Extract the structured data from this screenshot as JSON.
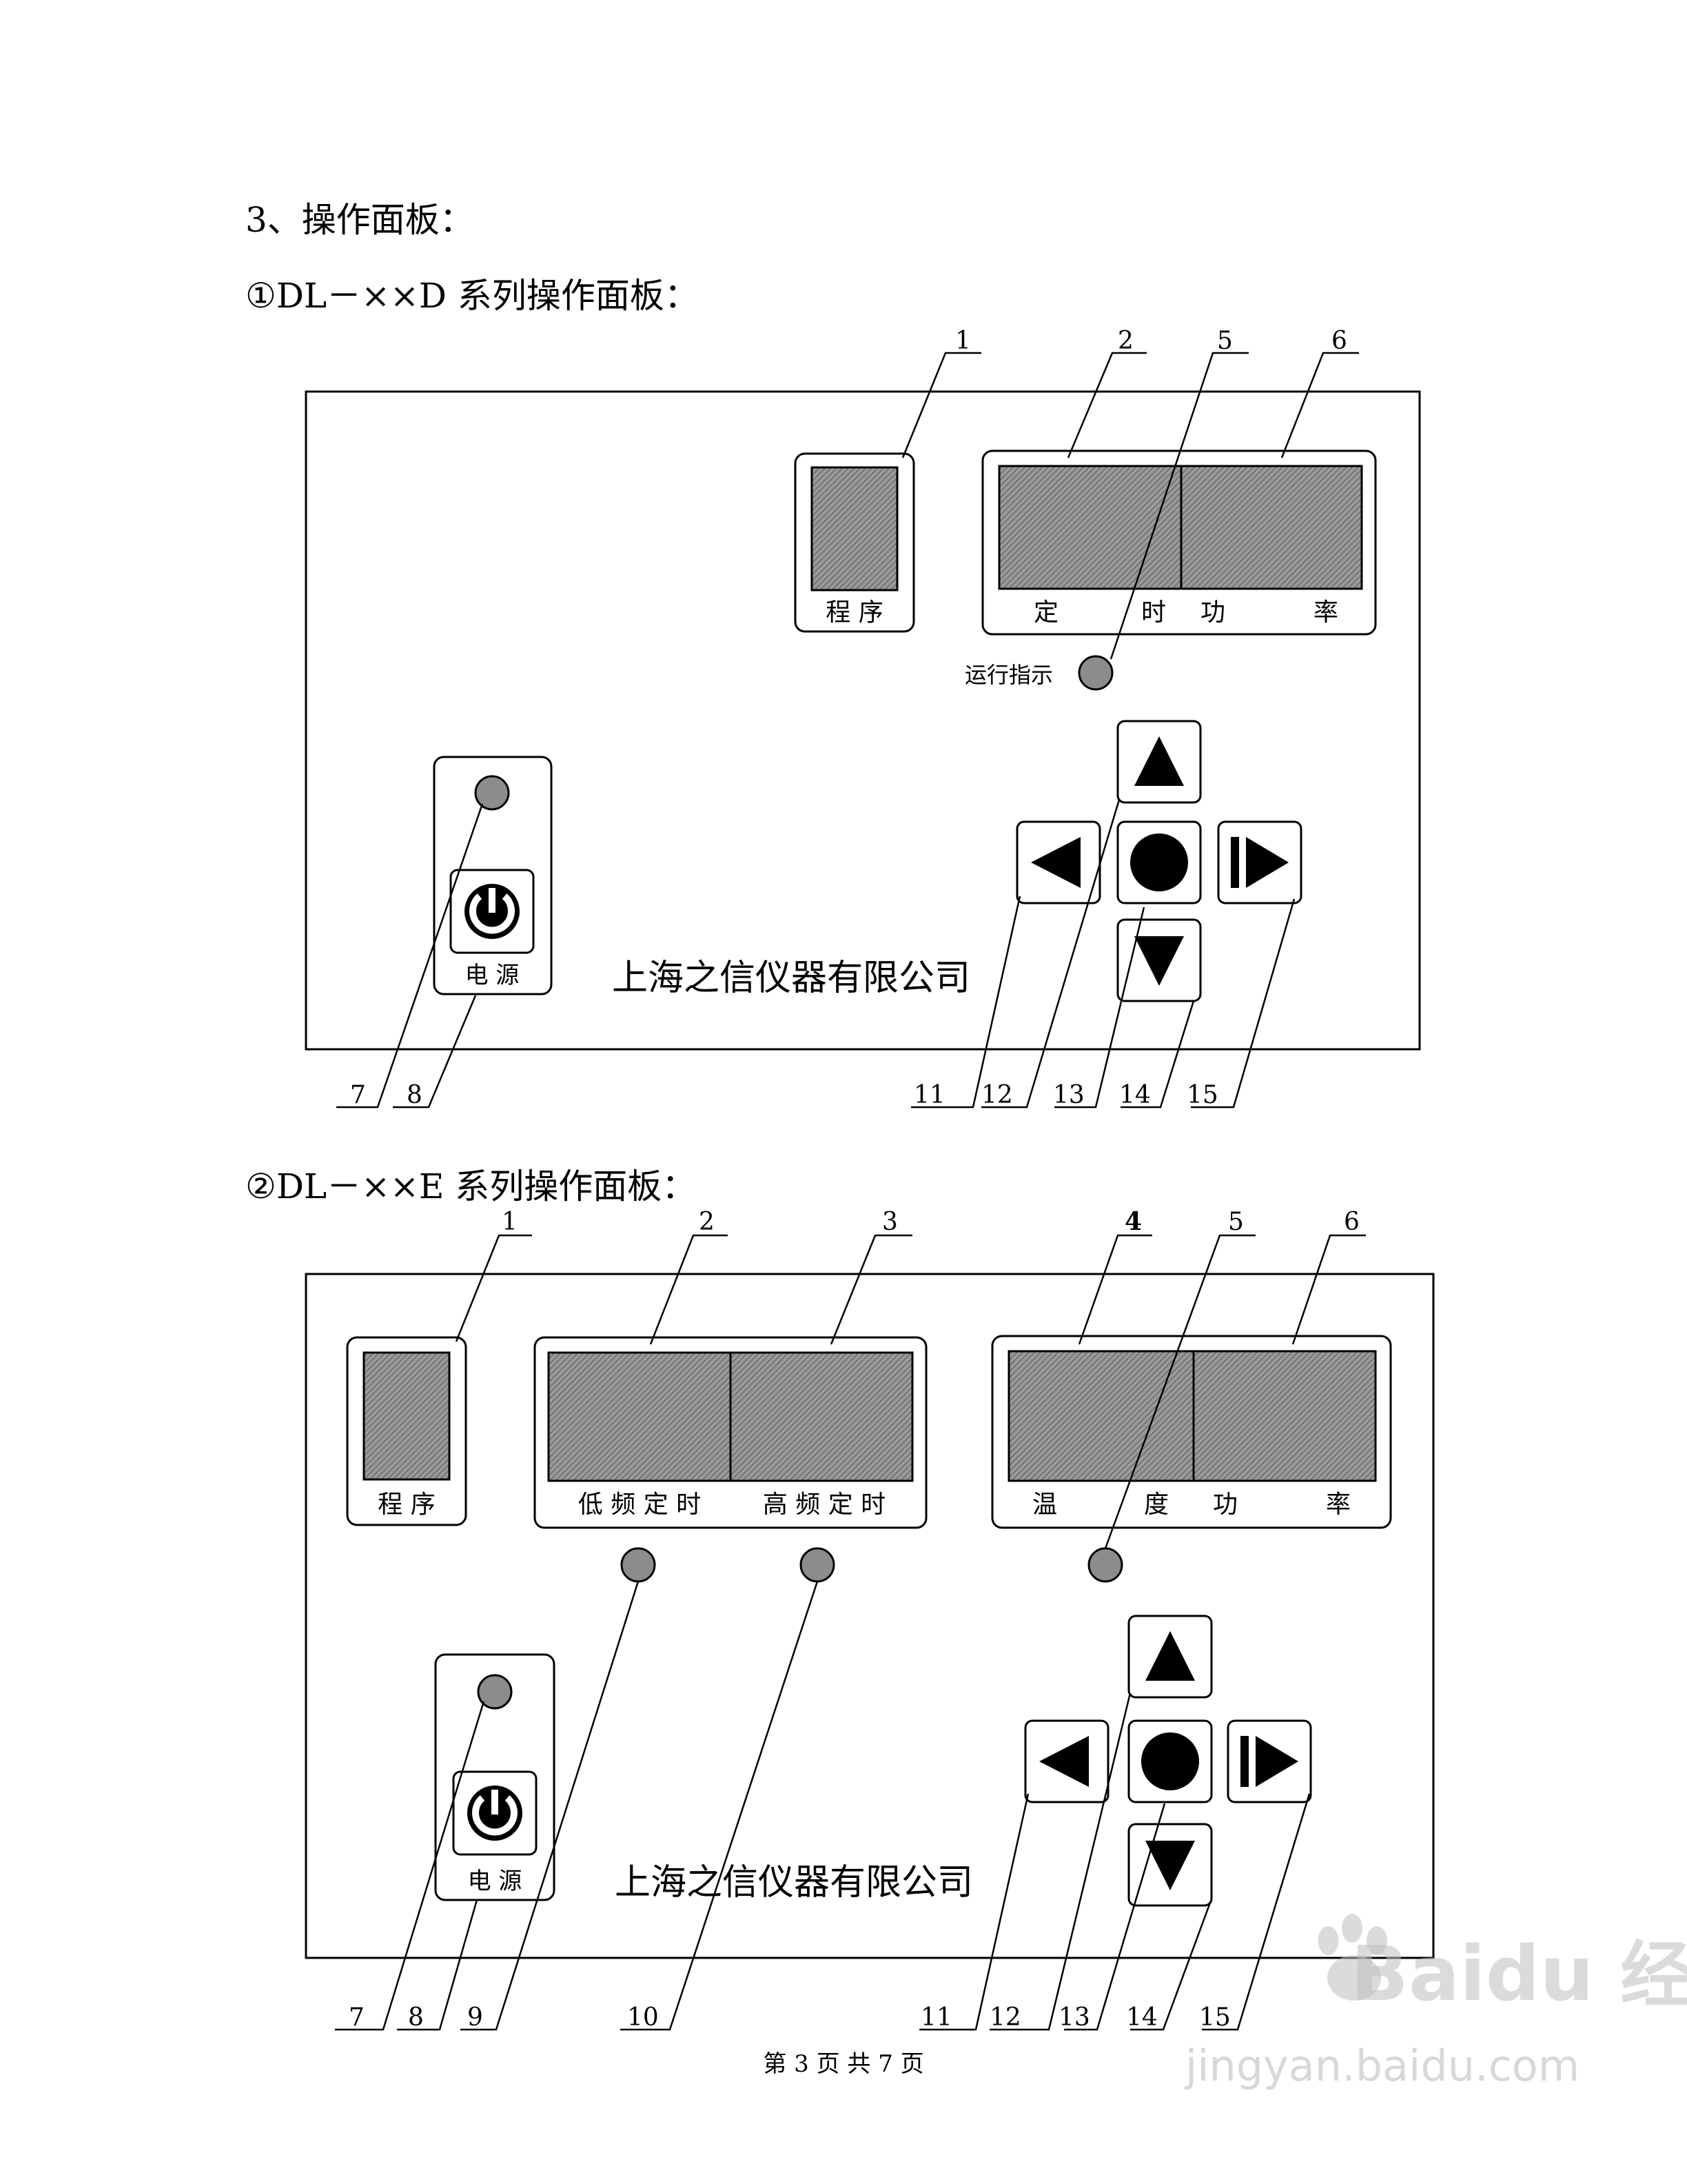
{
  "headings": {
    "section": "3、操作面板：",
    "panel_d": "①DL－××D 系列操作面板：",
    "panel_e": "②DL－××E 系列操作面板："
  },
  "panel_d": {
    "program_label": "程 序",
    "display_label_1": "定",
    "display_label_2": "时",
    "display_label_3": "功",
    "display_label_4": "率",
    "run_indicator": "运行指示",
    "power_label": "电 源",
    "company": "上海之信仪器有限公司",
    "callouts": [
      "1",
      "2",
      "5",
      "6",
      "7",
      "8",
      "11",
      "12",
      "13",
      "14",
      "15"
    ]
  },
  "panel_e": {
    "program_label": "程 序",
    "low_freq_label": "低 频 定 时",
    "high_freq_label": "高 频 定 时",
    "display_label_1": "温",
    "display_label_2": "度",
    "display_label_3": "功",
    "display_label_4": "率",
    "power_label": "电 源",
    "company": "上海之信仪器有限公司",
    "callouts": [
      "1",
      "2",
      "3",
      "4",
      "5",
      "6",
      "7",
      "8",
      "9",
      "10",
      "11",
      "12",
      "13",
      "14",
      "15"
    ]
  },
  "footer": "第 3 页 共 7 页",
  "watermark": {
    "brand": "Bai",
    "brand2": "du",
    "jingyan": "经验",
    "url": "jingyan.baidu.com"
  },
  "colors": {
    "display_fill": "#8a8a8a",
    "led_fill": "#8c8c8c",
    "line": "#000000"
  },
  "icons": {
    "up": "triangle-up-icon",
    "down": "triangle-down-icon",
    "left": "triangle-left-icon",
    "right": "play-next-icon",
    "ok": "circle-icon",
    "power": "power-icon"
  }
}
